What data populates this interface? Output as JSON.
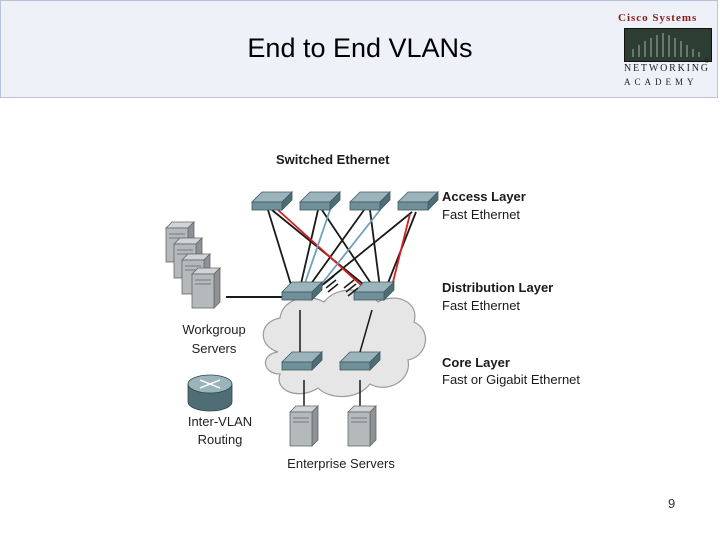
{
  "slide": {
    "title": "End to End VLANs",
    "page_number": "9"
  },
  "logo": {
    "brand": "Cisco Systems",
    "line1": "Networking",
    "line2": "Academy",
    "registered": "®"
  },
  "diagram": {
    "heading": "Switched Ethernet",
    "layers": [
      {
        "name": "Access Layer",
        "speed": "Fast Ethernet"
      },
      {
        "name": "Distribution Layer",
        "speed": "Fast Ethernet"
      },
      {
        "name": "Core Layer",
        "speed": "Fast or Gigabit Ethernet"
      }
    ],
    "workgroup_servers": [
      "Workgroup",
      "Servers"
    ],
    "router": [
      "Inter-VLAN",
      "Routing"
    ],
    "enterprise_servers": "Enterprise Servers",
    "colors": {
      "link_black": "#1a1a1a",
      "link_red": "#d42020",
      "link_blue": "#6fa0b8",
      "switch": "#6f9099",
      "cloud": "#e6e6e6"
    }
  }
}
